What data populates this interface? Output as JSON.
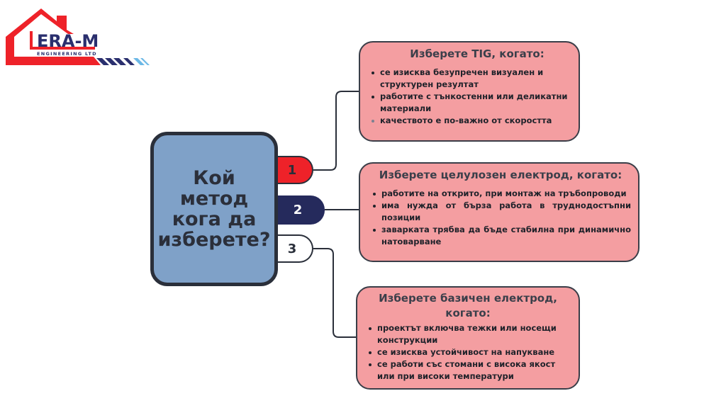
{
  "logo": {
    "name": "ERA-M",
    "subtitle": "ENGINEERING LTD",
    "colors": {
      "red": "#ee2229",
      "navy": "#2a2f6e",
      "light_blue": "#6cb8e6"
    }
  },
  "center": {
    "title": "Кой метод кога да изберете?",
    "color": "#7fa1c8"
  },
  "tabs": [
    {
      "label": "1",
      "color": "#ee2229"
    },
    {
      "label": "2",
      "color": "#252a5c"
    },
    {
      "label": "3",
      "color": "#ffffff"
    }
  ],
  "cards": [
    {
      "title": "Изберете TIG, когато:",
      "items": [
        "се изисква безупречен визуален и структурен резултат",
        "работите с тънкостенни или деликатни материали",
        "качеството е по-важно от скоростта"
      ]
    },
    {
      "title": "Изберете целулозен електрод, когато:",
      "items": [
        "работите на открито, при монтаж на тръбопроводи",
        "има нужда от бърза работа в труднодостъпни позиции",
        "заварката трябва да бъде стабилна при динамично натоварване"
      ]
    },
    {
      "title": "Изберете базичен електрод, когато:",
      "items": [
        "проектът включва тежки или носещи конструкции",
        "се изисква устойчивост на напукване",
        "се работи със стомани с висока якост или при високи температури"
      ]
    }
  ],
  "card_color": "#f49ea1"
}
